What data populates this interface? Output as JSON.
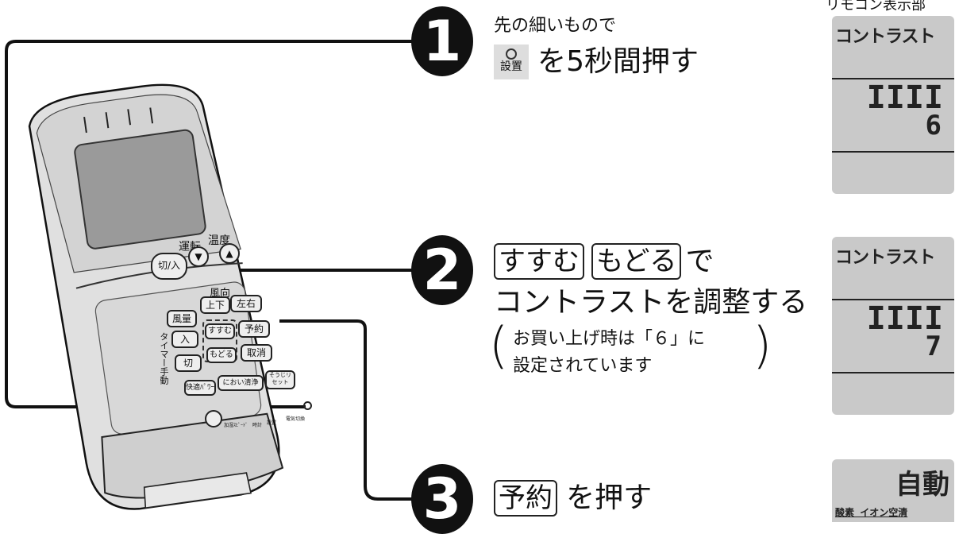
{
  "header": {
    "panel_label": "リモコン表示部"
  },
  "steps": [
    {
      "number": "1",
      "line1": "先の細いもので",
      "button_label": "設置",
      "line2_suffix": "を5秒間押す"
    },
    {
      "number": "2",
      "key1": "すすむ",
      "key2": "もどる",
      "key_suffix": "で",
      "line2": "コントラストを調整する",
      "note_line1": "お買い上げ時は「６」に",
      "note_line2": "設定されています"
    },
    {
      "number": "3",
      "key": "予約",
      "suffix": "を押す"
    }
  ],
  "lcd_panels": [
    {
      "top_text": "コントラスト",
      "bars": "IIII",
      "value": "6"
    },
    {
      "top_text": "コントラスト",
      "bars": "IIII",
      "value": "7"
    },
    {
      "top_text": "自動",
      "bottom_text": "酸素 イオン空清"
    }
  ],
  "remote": {
    "labels": {
      "run": "運転",
      "temp": "温度",
      "onoff": "切/入",
      "wind_dir": "風向",
      "updown": "上下",
      "leftright": "左右",
      "fan": "風量",
      "on": "入",
      "susumu": "すすむ",
      "yoyaku": "予約",
      "off": "切",
      "modoru": "もどる",
      "cancel": "取消",
      "timer": "タイマー手動",
      "kaiteki": "快適ﾊﾟﾜｰ",
      "nioi": "におい清浄",
      "souji": "そうじリセット",
      "bottom_left": "加湿ｽﾋﾟｰﾄﾞ",
      "bottom_mid": "時計",
      "bottom_set": "設置",
      "bottom_right": "電気切換"
    }
  },
  "colors": {
    "ink": "#111111",
    "lcd_bg": "#c9c9c9",
    "chip_bg": "#dddddd"
  }
}
